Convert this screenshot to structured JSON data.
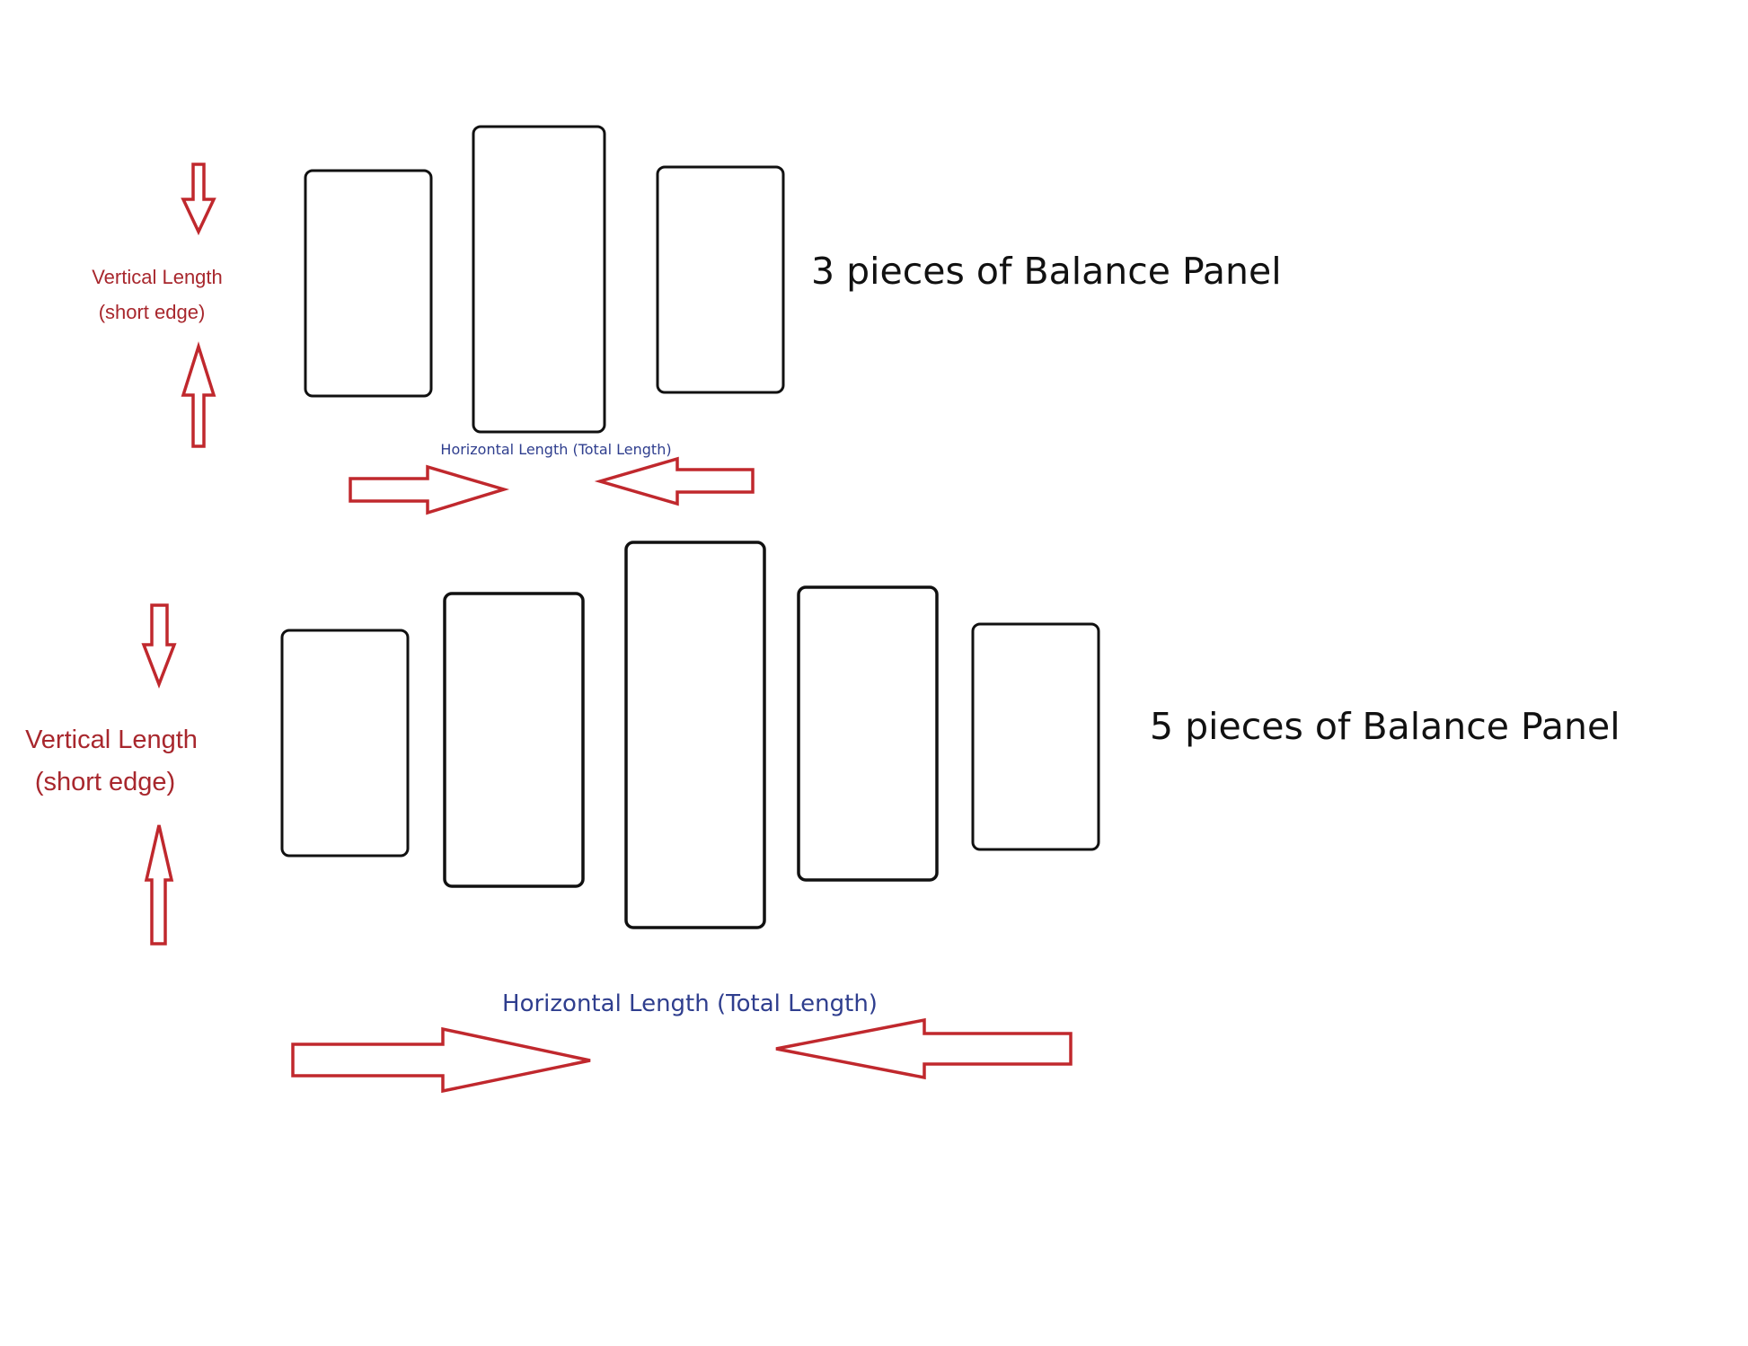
{
  "diagrams": [
    {
      "title": "3 pieces of Balance Panel",
      "vertical_label_line1": "Vertical Length",
      "vertical_label_line2": "(short edge)",
      "horizontal_label": "Horizontal Length (Total Length)",
      "panel_count": 3
    },
    {
      "title": "5 pieces of Balance Panel",
      "vertical_label_line1": "Vertical Length",
      "vertical_label_line2": "(short edge)",
      "horizontal_label": "Horizontal Length (Total Length)",
      "panel_count": 5
    }
  ],
  "colors": {
    "arrow": "#c0282d",
    "vertical_label": "#a8272d",
    "horizontal_label": "#2f3e8e",
    "panel_outline": "#111111"
  }
}
